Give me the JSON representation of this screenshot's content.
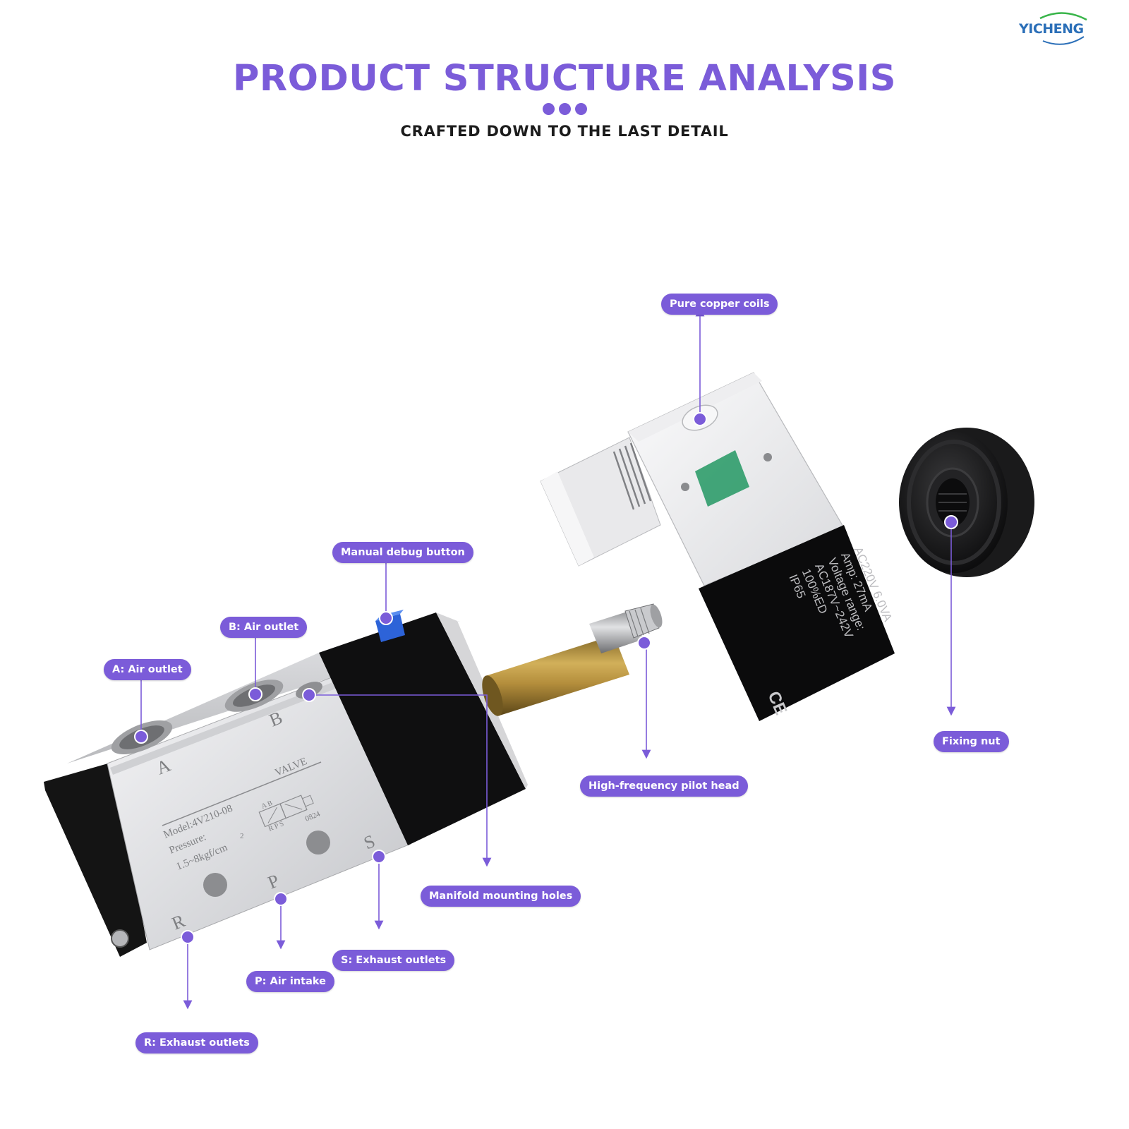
{
  "brand": {
    "logo_text": "YICHENG",
    "accent_color": "#7b5cd9",
    "logo_color": "#2b6fb8"
  },
  "header": {
    "title": "PRODUCT STRUCTURE ANALYSIS",
    "subtitle": "CRAFTED DOWN TO THE LAST DETAIL"
  },
  "valve_markings": {
    "port_a": "A",
    "port_b": "B",
    "port_r": "R",
    "port_p": "P",
    "port_s": "S",
    "valve_label": "VALVE",
    "model": "Model:4V210-08",
    "pressure_label": "Pressure:",
    "pressure_value": "1.5~8kgf/cm",
    "pressure_exp": "2",
    "symbol_ports": "A B",
    "symbol_ports_bottom": "R P S",
    "code": "0824"
  },
  "coil_markings": {
    "lines": [
      "AC220V  6.0VA",
      "Amp:       27mA",
      "Voltage  range:",
      "AC187V~242V",
      "100%ED",
      "IP65"
    ],
    "ce_mark": "CE"
  },
  "callouts": {
    "pure_copper_coils": "Pure copper coils",
    "manual_debug_button": "Manual debug button",
    "b_air_outlet": "B:  Air outlet",
    "a_air_outlet": "A:  Air outlet",
    "fixing_nut": "Fixing nut",
    "high_frequency_pilot_head": "High-frequency pilot head",
    "manifold_mounting_holes": "Manifold mounting holes",
    "s_exhaust_outlets": "S:  Exhaust outlets",
    "p_air_intake": "P:  Air intake",
    "r_exhaust_outlets": "R:  Exhaust outlets"
  }
}
